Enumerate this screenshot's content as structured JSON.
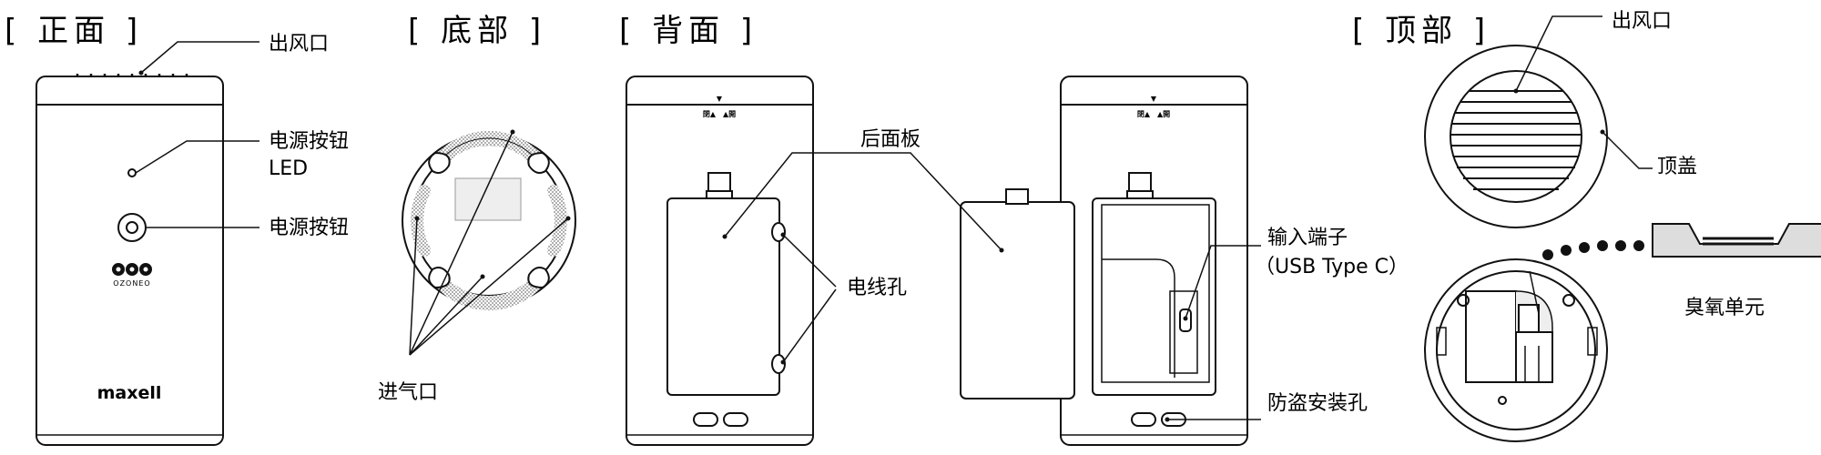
{
  "sections": {
    "front": "[ 正面 ]",
    "bottom": "[ 底部 ]",
    "back": "[ 背面 ]",
    "top": "[ 顶部 ]"
  },
  "labels": {
    "front_outlet": "出风口",
    "power_led_line1": "电源按钮",
    "power_led_line2": "LED",
    "power_button": "电源按钮",
    "intake": "进气口",
    "rear_panel": "后面板",
    "cable_hole": "电线孔",
    "input_port_line1": "输入端子",
    "input_port_line2": "（USB Type C）",
    "anti_theft_hole": "防盗安装孔",
    "top_outlet": "出风口",
    "top_cover": "顶盖",
    "ozone_unit": "臭氧单元"
  },
  "device_marks": {
    "brand": "maxell",
    "ozoneo": "OZONEO",
    "lock_arrow": "▼",
    "close_open_left": "閉▲　▲開",
    "close_open_right": "閉▲　▲開"
  },
  "colors": {
    "line": "#111111",
    "body": "#ffffff",
    "mesh": "#bdbdbd",
    "shade": "#dddddd"
  }
}
